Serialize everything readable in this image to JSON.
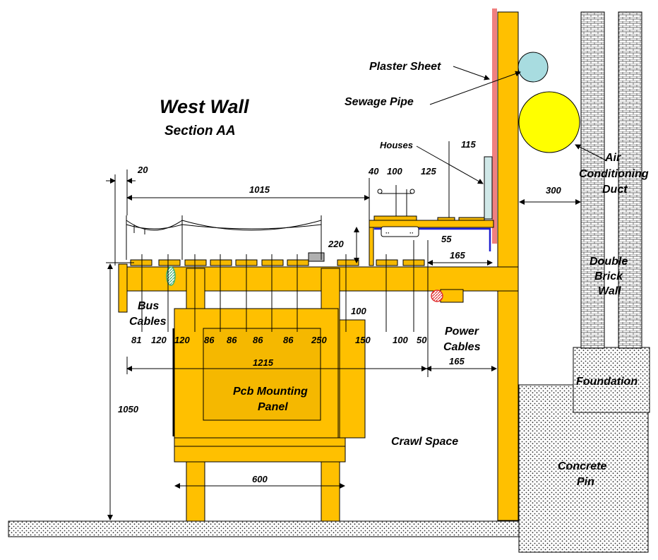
{
  "titles": {
    "main": "West Wall",
    "sub": "Section AA"
  },
  "labels": {
    "plaster_sheet": "Plaster Sheet",
    "sewage_pipe": "Sewage Pipe",
    "houses": "Houses",
    "air_1": "Air",
    "air_2": "Conditioning",
    "air_3": "Duct",
    "double_1": "Double",
    "double_2": "Brick",
    "double_3": "Wall",
    "foundation": "Foundation",
    "concrete_1": "Concrete",
    "concrete_2": "Pin",
    "bus_1": "Bus",
    "bus_2": "Cables",
    "power_1": "Power",
    "power_2": "Cables",
    "pcb_1": "Pcb Mounting",
    "pcb_2": "Panel",
    "crawl": "Crawl Space"
  },
  "dims": {
    "d20": "20",
    "d1015": "1015",
    "d40": "40",
    "d100a": "100",
    "d125": "125",
    "d115": "115",
    "d300": "300",
    "d220": "220",
    "d55": "55",
    "d165a": "165",
    "d100b": "100",
    "d81": "81",
    "d120a": "120",
    "d120b": "120",
    "d86a": "86",
    "d86b": "86",
    "d86c": "86",
    "d86d": "86",
    "d250": "250",
    "d150": "150",
    "d100c": "100",
    "d50": "50",
    "d1215": "1215",
    "d165b": "165",
    "d1050": "1050",
    "d600": "600"
  },
  "colors": {
    "wood": "#FFC000",
    "plaster": "#F08080",
    "sewage_pipe": "#A8DCE0",
    "air_duct": "#FFFF00",
    "power_cable": "#E03030",
    "bus_cable": "#40B070",
    "busbar": "#2020D0"
  }
}
